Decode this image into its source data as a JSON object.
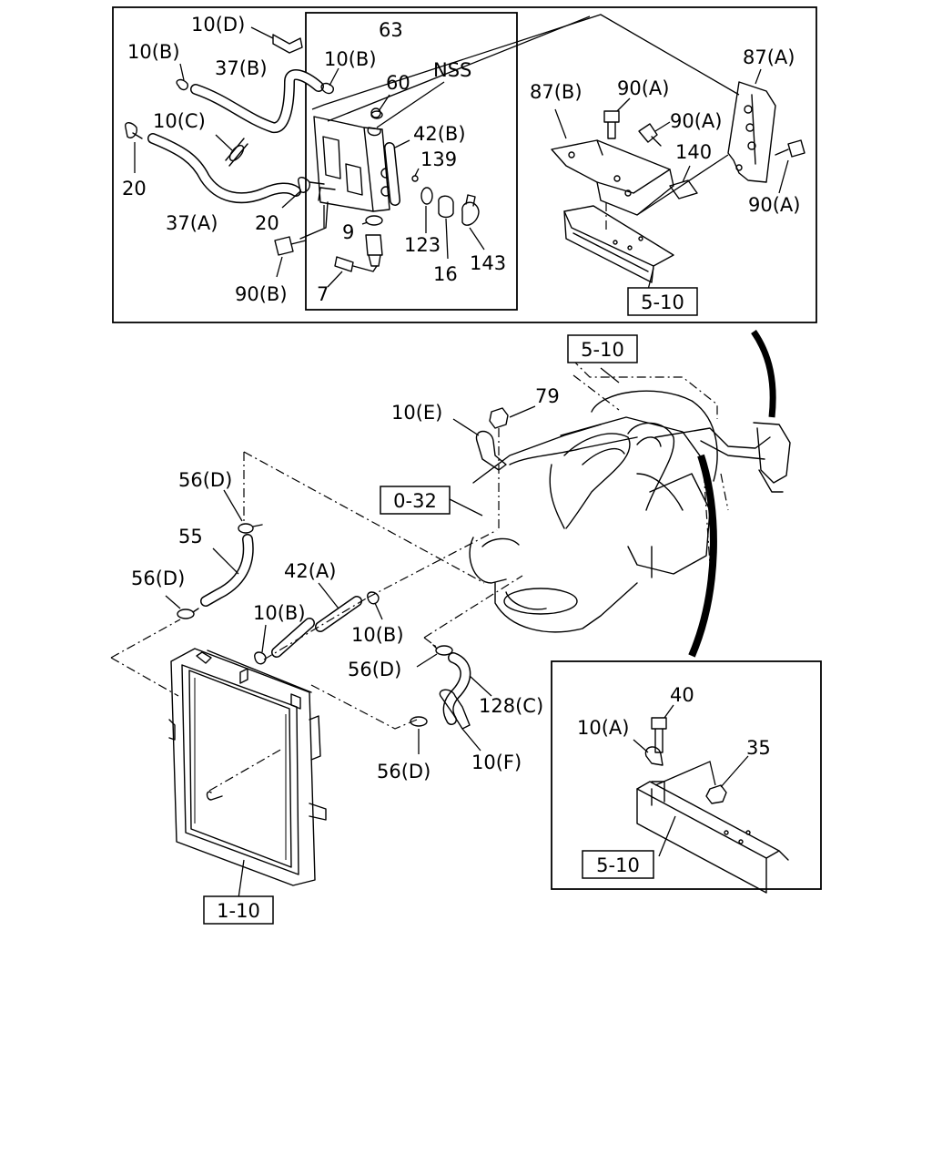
{
  "labels": {
    "l10d": "10(D)",
    "l63": "63",
    "l10b_top": "10(B)",
    "l10b_left": "10(B)",
    "l37b": "37(B)",
    "l60": "60",
    "lnss": "NSS",
    "l87b": "87(B)",
    "l90a_1": "90(A)",
    "l87a": "87(A)",
    "l90a_2": "90(A)",
    "l10c": "10(C)",
    "l42b": "42(B)",
    "l140": "140",
    "l139": "139",
    "l20_left": "20",
    "l37a": "37(A)",
    "l20_mid": "20",
    "l9": "9",
    "l90a_3": "90(A)",
    "l123": "123",
    "l16": "16",
    "l143": "143",
    "l90b": "90(B)",
    "l7": "7",
    "l79": "79",
    "l10e": "10(E)",
    "l56d_1": "56(D)",
    "l55": "55",
    "l42a": "42(A)",
    "l56d_2": "56(D)",
    "l10b_m1": "10(B)",
    "l10b_m2": "10(B)",
    "l56d_3": "56(D)",
    "l128c": "128(C)",
    "l56d_4": "56(D)",
    "l10f": "10(F)",
    "l40": "40",
    "l10a": "10(A)",
    "l35": "35"
  },
  "refs": {
    "r510_top": "5-10",
    "r510_mid": "5-10",
    "r032": "0-32",
    "r510_bottom": "5-10",
    "r110": "1-10"
  }
}
